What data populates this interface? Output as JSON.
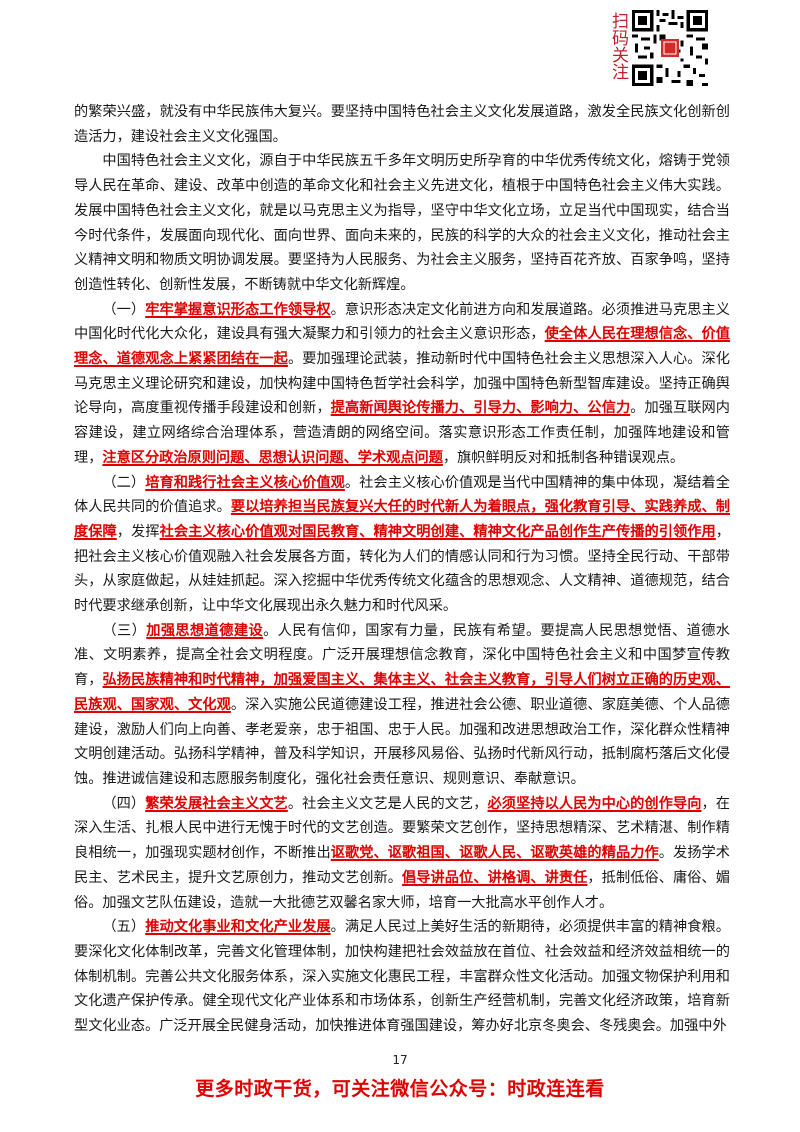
{
  "header": {
    "scan_label": "扫码关注"
  },
  "body": {
    "p0": "的繁荣兴盛，就没有中华民族伟大复兴。要坚持中国特色社会主义文化发展道路，激发全民族文化创新创造活力，建设社会主义文化强国。",
    "p1": "中国特色社会主义文化，源自于中华民族五千多年文明历史所孕育的中华优秀传统文化，熔铸于党领导人民在革命、建设、改革中创造的革命文化和社会主义先进文化，植根于中国特色社会主义伟大实践。发展中国特色社会主义文化，就是以马克思主义为指导，坚守中华文化立场，立足当代中国现实，结合当今时代条件，发展面向现代化、面向世界、面向未来的，民族的科学的大众的社会主义文化，推动社会主义精神文明和物质文明协调发展。要坚持为人民服务、为社会主义服务，坚持百花齐放、百家争鸣，坚持创造性转化、创新性发展，不断铸就中华文化新辉煌。",
    "p2_a": "（一）",
    "p2_h1": "牢牢掌握意识形态工作领导权",
    "p2_b": "。意识形态决定文化前进方向和发展道路。必须推进马克思主义中国化时代化大众化，建设具有强大凝聚力和引领力的社会主义意识形态，",
    "p2_h2": "使全体人民在理想信念、价值理念、道德观念上紧紧团结在一起",
    "p2_c": "。要加强理论武装，推动新时代中国特色社会主义思想深入人心。深化马克思主义理论研究和建设，加快构建中国特色哲学社会科学，加强中国特色新型智库建设。坚持正确舆论导向，高度重视传播手段建设和创新，",
    "p2_h3": "提高新闻舆论传播力、引导力、影响力、公信力",
    "p2_d": "。加强互联网内容建设，建立网络综合治理体系，营造清朗的网络空间。落实意识形态工作责任制，加强阵地建设和管理，",
    "p2_h4": "注意区分政治原则问题、思想认识问题、学术观点问题",
    "p2_e": "，旗帜鲜明反对和抵制各种错误观点。",
    "p3_a": "（二）",
    "p3_h1": "培育和践行社会主义核心价值观",
    "p3_b": "。社会主义核心价值观是当代中国精神的集中体现，凝结着全体人民共同的价值追求。",
    "p3_h2": "要以培养担当民族复兴大任的时代新人为着眼点，强化教育引导、实践养成、制度保障",
    "p3_c": "，发挥",
    "p3_h3": "社会主义核心价值观对国民教育、精神文明创建、精神文化产品创作生产传播的引领作用",
    "p3_d": "，把社会主义核心价值观融入社会发展各方面，转化为人们的情感认同和行为习惯。坚持全民行动、干部带头，从家庭做起，从娃娃抓起。深入挖掘中华优秀传统文化蕴含的思想观念、人文精神、道德规范，结合时代要求继承创新，让中华文化展现出永久魅力和时代风采。",
    "p4_a": "（三）",
    "p4_h1": "加强思想道德建设",
    "p4_b": "。人民有信仰，国家有力量，民族有希望。要提高人民思想觉悟、道德水准、文明素养，提高全社会文明程度。广泛开展理想信念教育，深化中国特色社会主义和中国梦宣传教育，",
    "p4_h2": "弘扬民族精神和时代精神，加强爱国主义、集体主义、社会主义教育，引导人们树立正确的历史观、民族观、国家观、文化观",
    "p4_c": "。深入实施公民道德建设工程，推进社会公德、职业道德、家庭美德、个人品德建设，激励人们向上向善、孝老爱亲，忠于祖国、忠于人民。加强和改进思想政治工作，深化群众性精神文明创建活动。弘扬科学精神，普及科学知识，开展移风易俗、弘扬时代新风行动，抵制腐朽落后文化侵蚀。推进诚信建设和志愿服务制度化，强化社会责任意识、规则意识、奉献意识。",
    "p5_a": "（四）",
    "p5_h1": "繁荣发展社会主义文艺",
    "p5_b": "。社会主义文艺是人民的文艺，",
    "p5_h2": "必须坚持以人民为中心的创作导向",
    "p5_c": "，在深入生活、扎根人民中进行无愧于时代的文艺创造。要繁荣文艺创作，坚持思想精深、艺术精湛、制作精良相统一，加强现实题材创作，不断推出",
    "p5_h3": "讴歌党、讴歌祖国、讴歌人民、讴歌英雄的精品力作",
    "p5_d": "。发扬学术民主、艺术民主，提升文艺原创力，推动文艺创新。",
    "p5_h4": "倡导讲品位、讲格调、讲责任",
    "p5_e": "，抵制低俗、庸俗、媚俗。加强文艺队伍建设，造就一大批德艺双馨名家大师，培育一大批高水平创作人才。",
    "p6_a": "（五）",
    "p6_h1": "推动文化事业和文化产业发展",
    "p6_b": "。满足人民过上美好生活的新期待，必须提供丰富的精神食粮。要深化文化体制改革，完善文化管理体制，加快构建把社会效益放在首位、社会效益和经济效益相统一的体制机制。完善公共文化服务体系，深入实施文化惠民工程，丰富群众性文化活动。加强文物保护利用和文化遗产保护传承。健全现代文化产业体系和市场体系，创新生产经营机制，完善文化经济政策，培育新型文化业态。广泛开展全民健身活动，加快推进体育强国建设，筹办好北京冬奥会、冬残奥会。加强中外"
  },
  "page_number": "17",
  "footer": "更多时政干货，可关注微信公众号：时政连连看"
}
